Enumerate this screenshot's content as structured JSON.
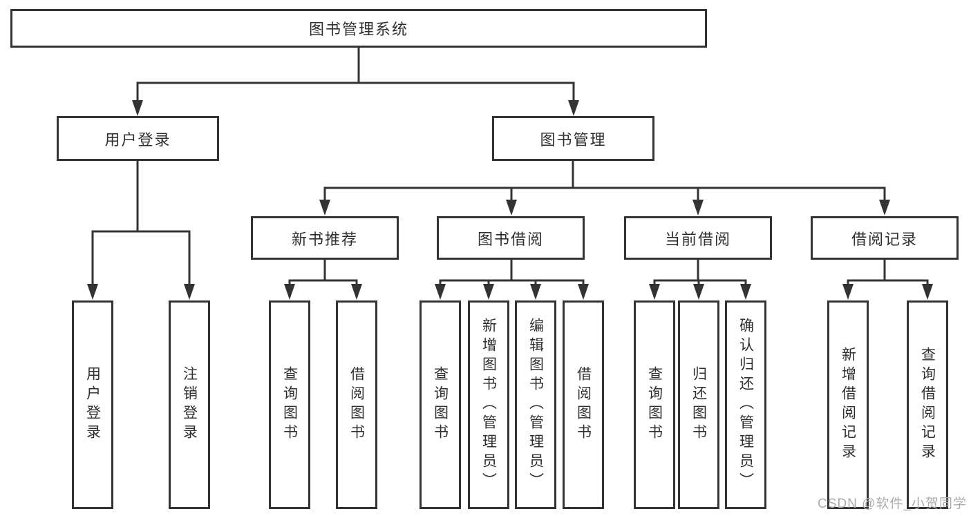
{
  "diagram": {
    "root": {
      "label": "图书管理系统"
    },
    "branches": [
      {
        "label": "用户登录",
        "children": [
          {
            "label": "用户登录"
          },
          {
            "label": "注销登录"
          }
        ]
      },
      {
        "label": "图书管理",
        "children": [
          {
            "label": "新书推荐",
            "children": [
              {
                "label": "查询图书"
              },
              {
                "label": "借阅图书"
              }
            ]
          },
          {
            "label": "图书借阅",
            "children": [
              {
                "label": "查询图书"
              },
              {
                "label": "新增图书（管理员）"
              },
              {
                "label": "编辑图书（管理员）"
              },
              {
                "label": "借阅图书"
              }
            ]
          },
          {
            "label": "当前借阅",
            "children": [
              {
                "label": "查询图书"
              },
              {
                "label": "归还图书"
              },
              {
                "label": "确认归还（管理员）"
              }
            ]
          },
          {
            "label": "借阅记录",
            "children": [
              {
                "label": "新增借阅记录"
              },
              {
                "label": "查询借阅记录"
              }
            ]
          }
        ]
      }
    ]
  },
  "watermark": "CSDN @软件_小贺同学",
  "colors": {
    "line": "#333333",
    "text": "#2f2f2f",
    "background": "#ffffff",
    "watermark": "#ababab"
  }
}
